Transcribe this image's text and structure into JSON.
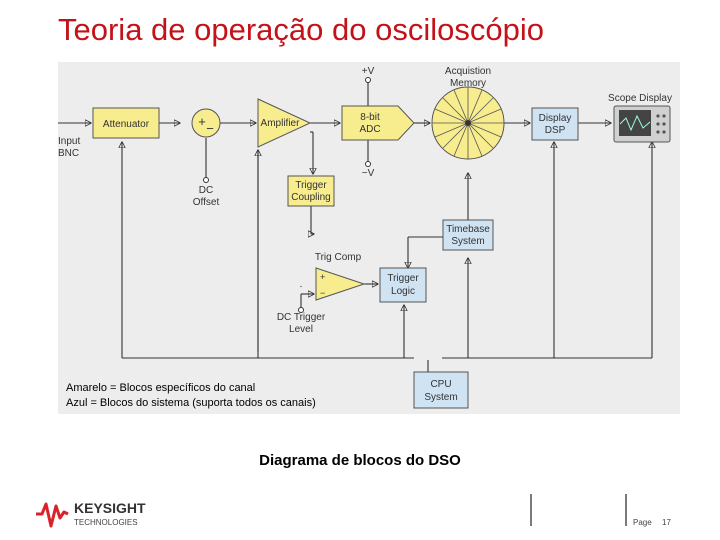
{
  "title": "Teoria de operação do osciloscópio",
  "diagram": {
    "input": [
      "Input",
      "BNC"
    ],
    "attenuator": "Attenuator",
    "amplifier": "Amplifier",
    "dc_offset": [
      "DC",
      "Offset"
    ],
    "adc": [
      "8-bit",
      "ADC"
    ],
    "plus_v": "+V",
    "minus_v": "−V",
    "acquisition": [
      "Acquistion",
      "Memory"
    ],
    "display_dsp": [
      "Display",
      "DSP"
    ],
    "scope_display": "Scope Display",
    "trigger_coupling": [
      "Trigger",
      "Coupling"
    ],
    "timebase": [
      "Timebase",
      "System"
    ],
    "trig_comp": "Trig Comp",
    "trigger_logic": [
      "Trigger",
      "Logic"
    ],
    "dc_trigger_level": [
      "DC Trigger",
      "Level"
    ],
    "cpu": [
      "CPU",
      "System"
    ],
    "legend_yellow": "Amarelo = Blocos específicos do canal",
    "legend_blue": "Azul = Blocos do sistema (suporta todos os canais)"
  },
  "caption": "Diagrama de blocos do DSO",
  "logo": {
    "line1": "KEYSIGHT",
    "line2": "TECHNOLOGIES"
  },
  "footer": {
    "page_label": "Page",
    "page_number": "17"
  },
  "colors": {
    "yellow": "#f7ec8e",
    "blue": "#cfe3f3",
    "title_red": "#c4121a",
    "logo_red": "#d8232a",
    "line": "#333333"
  }
}
